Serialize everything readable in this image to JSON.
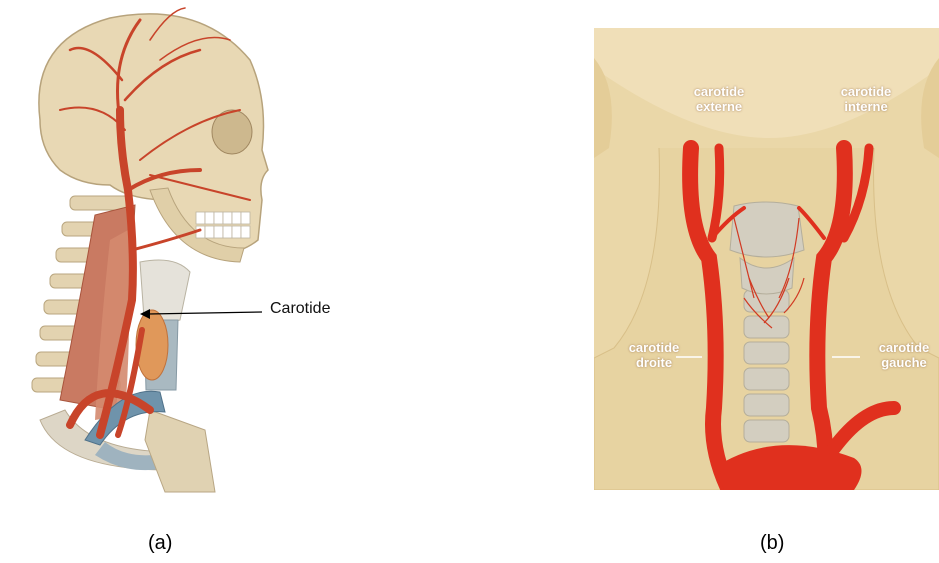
{
  "panel_a": {
    "caption": "(a)",
    "callout_label": "Carotide",
    "colors": {
      "bone": "#e6d6b4",
      "artery": "#c8442a",
      "muscle": "#c8705a",
      "vein": "#6a8fa8"
    }
  },
  "panel_b": {
    "caption": "(b)",
    "labels": {
      "external_line1": "carotide",
      "external_line2": "externe",
      "internal_line1": "carotide",
      "internal_line2": "interne",
      "right_line1": "carotide",
      "right_line2": "droite",
      "left_line1": "carotide",
      "left_line2": "gauche"
    },
    "colors": {
      "skin": "#ead7a8",
      "artery": "#e0301e",
      "trachea": "#cfcabb"
    }
  }
}
